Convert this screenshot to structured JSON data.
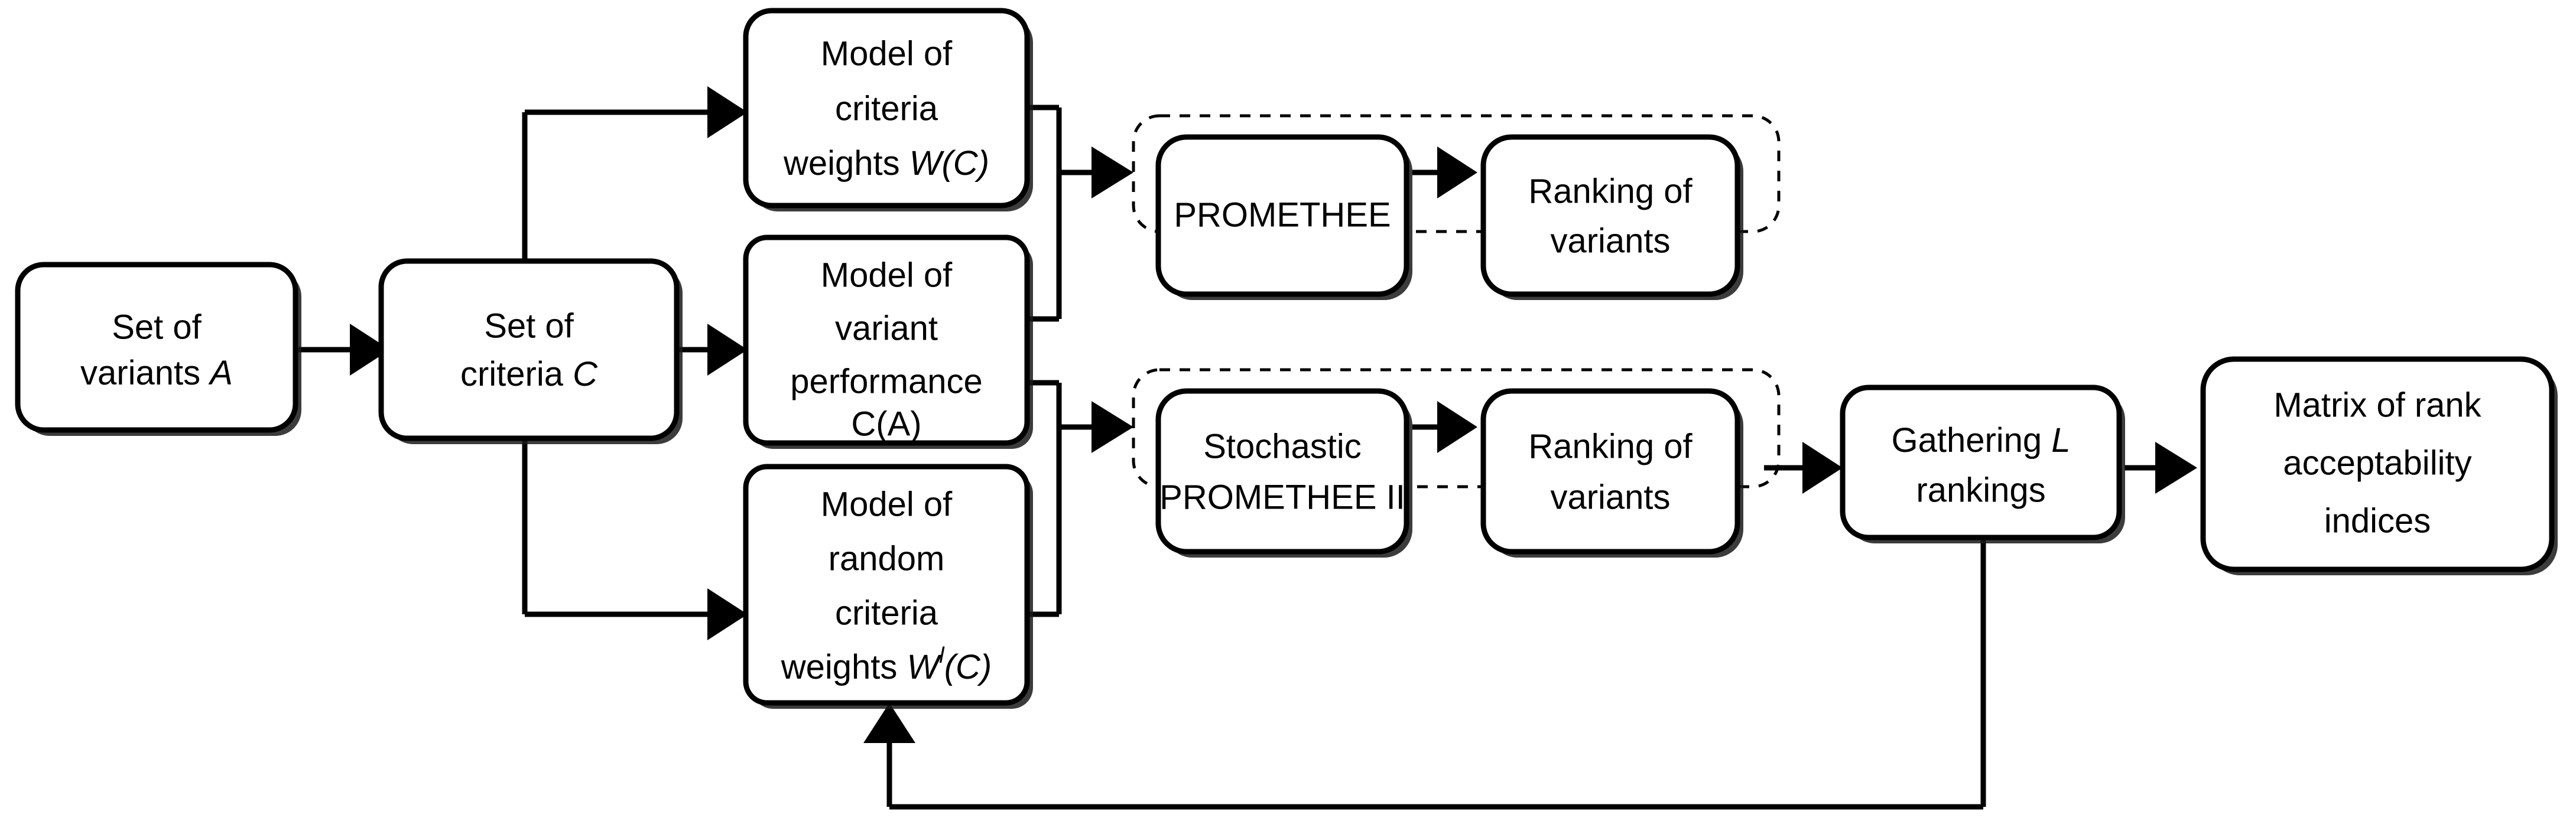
{
  "diagram": {
    "title": "Stochastic PROMETHEE II decision support flowchart",
    "colors": {
      "stroke": "#000000",
      "fill": "#ffffff",
      "background": "#ffffff"
    },
    "nodes": {
      "set_of_variants": {
        "line1": "Set of",
        "line2": "variants ",
        "italic2": "A"
      },
      "set_of_criteria": {
        "line1": "Set of",
        "line2": "criteria ",
        "italic2": "C"
      },
      "model_criteria_weights": {
        "line1": "Model of",
        "line2": "criteria",
        "line3": "weights ",
        "italic3": "W(C)"
      },
      "model_variant_performance": {
        "line1": "Model of",
        "line2": "variant",
        "line3": "performance",
        "italic4": "C(A)"
      },
      "model_random_criteria_weights": {
        "line1": "Model of",
        "line2": "random",
        "line3": "criteria",
        "line4": "weights ",
        "italic4": "W",
        "prime4": "l",
        "italic4b": "(C)"
      },
      "promethee": {
        "line1": "PROMETHEE"
      },
      "ranking_variants_top": {
        "line1": "Ranking of",
        "line2": "variants"
      },
      "stochastic_promethee_ii": {
        "line1": "Stochastic",
        "line2": "PROMETHEE II"
      },
      "ranking_variants_bottom": {
        "line1": "Ranking of",
        "line2": "variants"
      },
      "gathering_rankings": {
        "line1": "Gathering ",
        "italic1": "L",
        "line2": "rankings"
      },
      "matrix_rank_acceptability": {
        "line1": "Matrix of rank",
        "line2": "acceptability",
        "line3": "indices"
      }
    },
    "groups": {
      "deterministic_group": {
        "label": ""
      },
      "stochastic_group": {
        "label": ""
      }
    }
  }
}
